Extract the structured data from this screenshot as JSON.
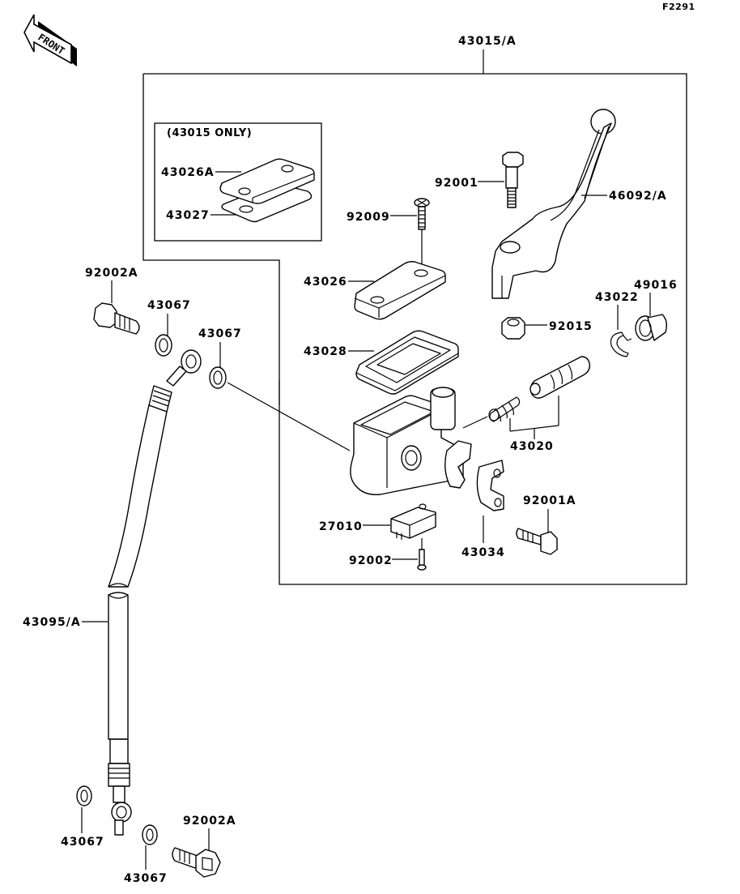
{
  "diagram": {
    "figure_code": "F2291",
    "direction_indicator": "FRONT",
    "assembly": {
      "part_number": "43015/A",
      "inset_note": "(43015 ONLY)"
    },
    "callouts": {
      "p43026A": "43026A",
      "p43027": "43027",
      "p92001": "92001",
      "p46092A": "46092/A",
      "p92009": "92009",
      "p43026": "43026",
      "p92015": "92015",
      "p43022": "43022",
      "p49016": "49016",
      "p43028": "43028",
      "p43020": "43020",
      "p92001A": "92001A",
      "p27010": "27010",
      "p92002": "92002",
      "p43034": "43034",
      "p92002A_top": "92002A",
      "p43067_a": "43067",
      "p43067_b": "43067",
      "p43095A": "43095/A",
      "p43067_c": "43067",
      "p43067_d": "43067",
      "p92002A_bottom": "92002A"
    }
  }
}
